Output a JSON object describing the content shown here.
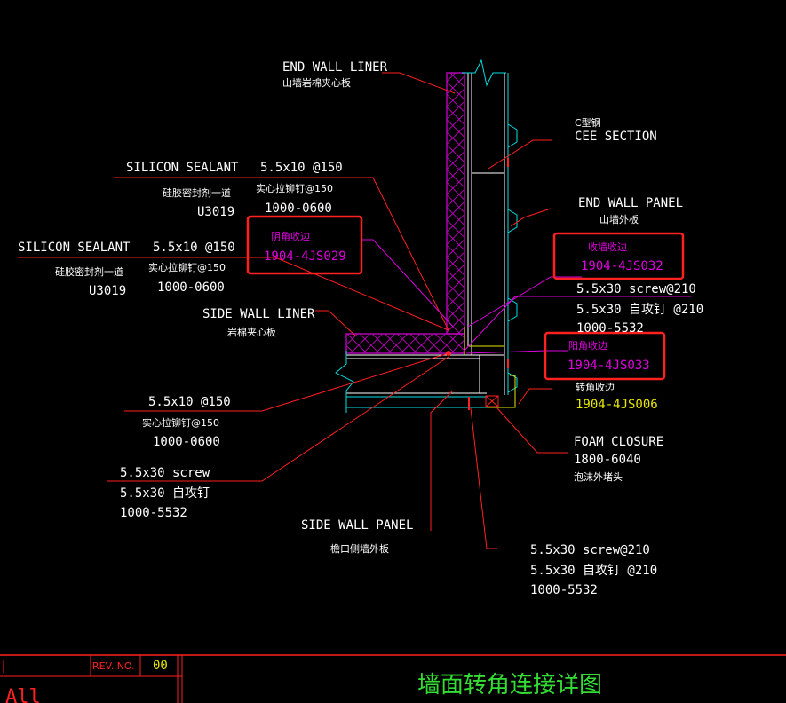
{
  "labels": {
    "end_wall_liner": "END WALL LINER",
    "end_wall_liner_cn": "山墙岩棉夹心板",
    "cee_section_cn": "C型钢",
    "cee_section": "CEE SECTION",
    "end_wall_panel": "END WALL PANEL",
    "end_wall_panel_cn": "山墙外板",
    "sealant_1": "SILICON SEALANT",
    "sealant_1_cn": "硅胶密封剂一道",
    "sealant_1_code": "U3019",
    "rivet_1": "5.5x10 @150",
    "rivet_1_cn": "实心拉铆钉@150",
    "rivet_1_code": "1000-0600",
    "sealant_2": "SILICON SEALANT",
    "sealant_2_cn": "硅胶密封剂一道",
    "sealant_2_code": "U3019",
    "rivet_2": "5.5x10 @150",
    "rivet_2_cn": "实心拉铆钉@150",
    "rivet_2_code": "1000-0600",
    "inner_corner_cn": "阴角收边",
    "inner_corner_code": "1904-4JS029",
    "edge_flash_cn": "收墙收边",
    "edge_flash_code": "1904-4JS032",
    "screw_1": "5.5x30 screw@210",
    "screw_1_cn": "5.5x30 自攻钉 @210",
    "screw_1_code": "1000-5532",
    "side_wall_liner": "SIDE WALL LINER",
    "side_wall_liner_cn": "岩棉夹心板",
    "outer_corner_cn": "阳角收边",
    "outer_corner_code": "1904-4JS033",
    "corner_flash_cn": "转角收边",
    "corner_flash_code": "1904-4JS006",
    "rivet_3": "5.5x10 @150",
    "rivet_3_cn": "实心拉铆钉@150",
    "rivet_3_code": "1000-0600",
    "foam": "FOAM CLOSURE",
    "foam_code": "1800-6040",
    "foam_cn": "泡沫外堵头",
    "screw_2": "5.5x30 screw",
    "screw_2_cn": "5.5x30 自攻钉",
    "screw_2_code": "1000-5532",
    "side_wall_panel": "SIDE WALL PANEL",
    "side_wall_panel_cn": "檐口侧墙外板",
    "screw_3": "5.5x30 screw@210",
    "screw_3_cn": "5.5x30 自攻钉 @210",
    "screw_3_code": "1000-5532"
  },
  "title_block": {
    "rev_label": "REV. NO.",
    "rev_value": "00",
    "sheet_text": "All",
    "drawing_title": "墙面转角连接详图"
  },
  "colors": {
    "background": "#000000",
    "leader": "#ff2020",
    "panel_hatch": "#b000b0",
    "highlight_box": "#ff2020",
    "code_magenta": "#e000e0",
    "code_yellow": "#e6e600",
    "title_green": "#33dd33",
    "cyan_line": "#00e0e0"
  }
}
